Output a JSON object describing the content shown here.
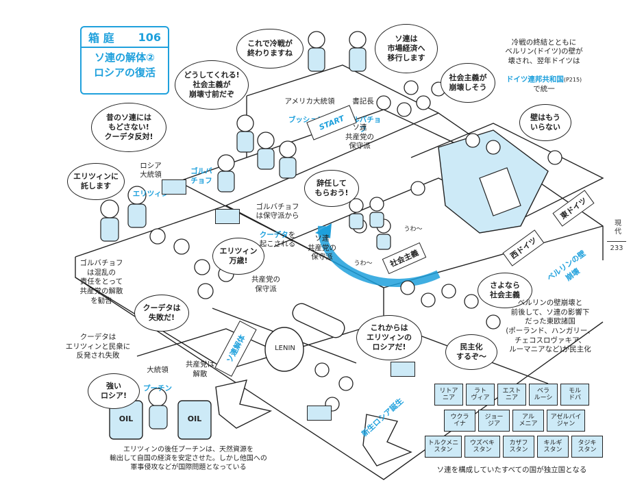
{
  "header": {
    "section": "箱 庭",
    "number": "106",
    "title_line1": "ソ連の解体②",
    "title_line2": "ロシアの復活"
  },
  "side": {
    "category": "現代",
    "page": "233"
  },
  "bubbles": {
    "cold_war_end": "これで冷戦が\n終わりますね",
    "soviet_market": "ソ連は\n市場経済へ\n移行します",
    "what_to_do": "どうしてくれる!\n社会主義が\n崩壊寸前だぞ",
    "socialism_collapse": "社会主義が\n崩壊しそう",
    "old_soviet": "昔のソ連には\nもどさない!\nクーデタ反対!",
    "wall_no_need": "壁はもう\nいらない",
    "leave_to_yeltsin": "エリツィンに\n託します",
    "resign": "辞任して\nもらおう!",
    "yeltsin_banzai": "エリツィン\n万歳!",
    "coup_failed": "クーデタは\n失敗だ!",
    "goodbye_socialism": "さよなら\n社会主義",
    "yeltsin_russia": "これからは\nエリツィンの\nロシアだ!",
    "democratize": "民主化\nするぞ～",
    "strong_russia": "強い\nロシア!"
  },
  "captions": {
    "us_president_role": "アメリカ大統領",
    "us_president_name": "ブッシュ(父)",
    "secretary_role": "書記長",
    "secretary_name": "ゴルバチョフ",
    "soviet_conservatives_top": "ソ連\n共産党の\n保守派",
    "russia_president_role": "ロシア\n大統領",
    "russia_president_name": "エリツィン",
    "gorbachev_left": "ゴルバ\nチョフ",
    "coup_text_a": "ゴルバチョフ\nは保守派から",
    "coup_text_b": "クーデタ",
    "coup_text_c": "を\n起こされる",
    "soviet_conservatives_mid": "ソ連\n共産党の\n保守派",
    "conservatives_lower": "共産党の\n保守派",
    "gorbachev_advice": "ゴルバチョフ\nは混乱の\n責任をとって\n共産党の解散\nを勧告",
    "coup_fail_note": "クーデタは\nエリツィンと民衆に\n反発され失敗",
    "putin_role": "大統領",
    "putin_name": "プーチン",
    "party_dissolved": "共産党は\n解散",
    "berlin_a": "冷戦の終結とともに\nベルリン(ドイツ)の壁が\n壊され、翌年ドイツは",
    "berlin_b": "ドイツ連邦共和国",
    "berlin_ref": "(P215)",
    "berlin_c": "で統一",
    "eastern_europe": "ベルリンの壁崩壊と\n前後して、ソ連の影響下\nだった東欧諸国\n(ポーランド、ハンガリー、\nチェコスロヴァキア、\nルーマニアなど)が民主化",
    "bottom_note": "エリツィンの後任プーチンは、天然資源を\n輸出して自国の経済を安定させた。しかし他国への\n軍事侵攻などが国際問題となっている",
    "independence_note": "ソ連を構成していたすべての国が独立国となる",
    "uwa1": "うわ～",
    "uwa2": "うわ～"
  },
  "signs": {
    "start": "START",
    "socialism": "社会主義",
    "soviet_collapse": "ソ連解体",
    "new_russia": "新生ロシア誕生",
    "berlin_wall": "ベルリンの壁\n崩壊",
    "west_germany": "西ドイツ",
    "east_germany": "東ドイツ",
    "lenin": "LENIN",
    "oil1": "OIL",
    "oil2": "OIL"
  },
  "republics": [
    "リトア\nニア",
    "ラト\nヴィア",
    "エスト\nニア",
    "ベラ\nルーシ",
    "モル\nドバ",
    "ウクラ\nイナ",
    "ジョー\nジア",
    "アル\nメニア",
    "アゼルバイ\nジャン",
    "トルクメニ\nスタン",
    "ウズベキ\nスタン",
    "カザフ\nスタン",
    "キルギ\nスタン",
    "タジキ\nスタン"
  ],
  "colors": {
    "accent": "#1ea0dc",
    "light": "#cdeaf7",
    "ink": "#222222"
  }
}
